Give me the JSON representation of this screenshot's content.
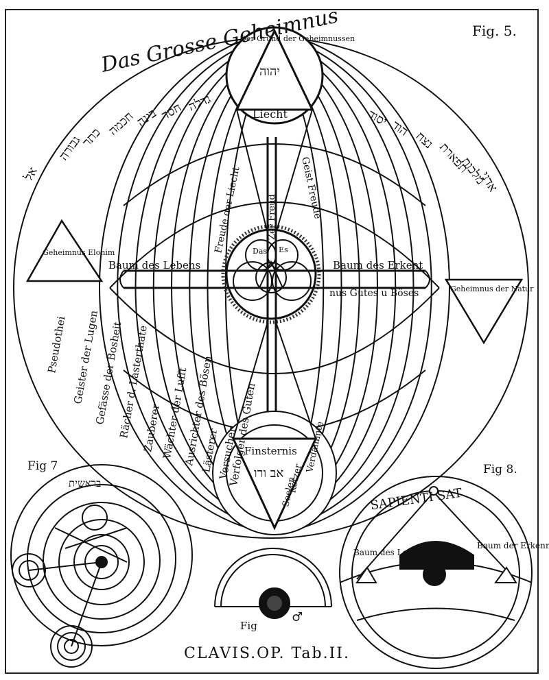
{
  "plate": {
    "fig5_label": "Fig. 5.",
    "fig7_label": "Fig 7",
    "fig8_label": "Fig 8.",
    "fig6_label": "Fig",
    "bottom_title": "CLAVIS.OP. Tab.II."
  },
  "fig5": {
    "arc_title": "Das Grosse Geheimnus",
    "top_triangle_hebrew": "יהוה",
    "top_circle_ring": "Der Grund der Geheimnussen",
    "top_circle_bottom": "Liecht",
    "bottom_triangle_word": "Finsternis",
    "bottom_triangle_hebrew": "אב ורו",
    "left_triangle_text": "Geheimnus Elohim",
    "right_triangle_text": "Geheimnus der Natur",
    "tree_left": "Baum des Lebens",
    "tree_right": "Baum des Erkent",
    "tree_right2": "nus Gutes u Böses",
    "center_labels": [
      "Das",
      "Es"
    ],
    "upper_left_diag": "Freude der Liecht",
    "upper_right_diag": "Geist Freude",
    "upper_center": "Zer Freud",
    "left_band_labels": [
      "Pseudothei",
      "Geister der Lugen",
      "Gefässe der Bosheit",
      "Rächer d. Lasterthate",
      "Zauberer",
      "Wächter der Lufft",
      "Ausrichter des Bösen",
      "Lästerer",
      "Versucher",
      "Verfolger des Guten"
    ],
    "right_band_labels": [
      "Verdammte",
      "Ketzer",
      "Seelen"
    ],
    "hebrew_left": [
      "אל",
      "גבורה",
      "כתר",
      "חכמה",
      "בינה",
      "חסד",
      "גדלה"
    ],
    "hebrew_right": [
      "יסוד",
      "הוד",
      "נצח",
      "תפארת",
      "מלכות",
      "אדני"
    ]
  },
  "fig7": {
    "hebrew_title": "בראשית"
  },
  "fig8": {
    "arc_text": "SAPIENTI SAT",
    "tree_left": "Baum des Lebens",
    "tree_right": "Baum der Erkenntnisses"
  }
}
